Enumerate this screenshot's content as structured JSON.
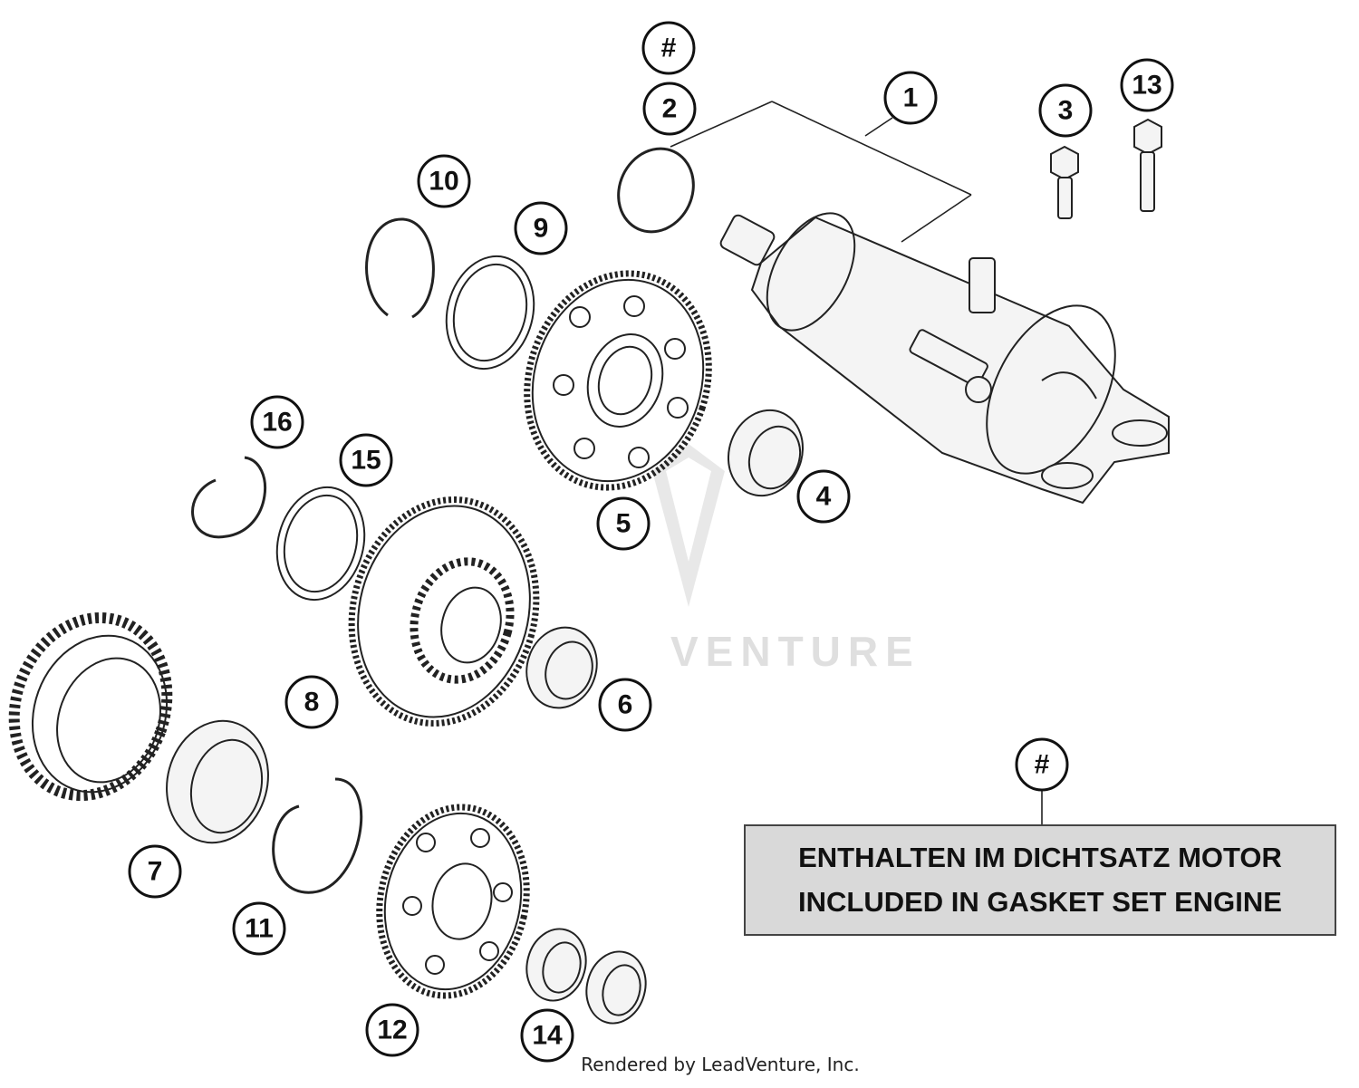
{
  "callouts": {
    "c1": "1",
    "c2": "2",
    "c3": "3",
    "c4": "4",
    "c5": "5",
    "c6": "6",
    "c7": "7",
    "c8": "8",
    "c9": "9",
    "c10": "10",
    "c11": "11",
    "c12": "12",
    "c13": "13",
    "c14": "14",
    "c15": "15",
    "c16": "16",
    "hash_top": "#",
    "hash_note": "#"
  },
  "note": {
    "line1": "ENTHALTEN IM DICHTSATZ MOTOR",
    "line2": "INCLUDED IN GASKET SET ENGINE"
  },
  "watermark": "VENTURE",
  "credit": "Rendered by LeadVenture, Inc."
}
